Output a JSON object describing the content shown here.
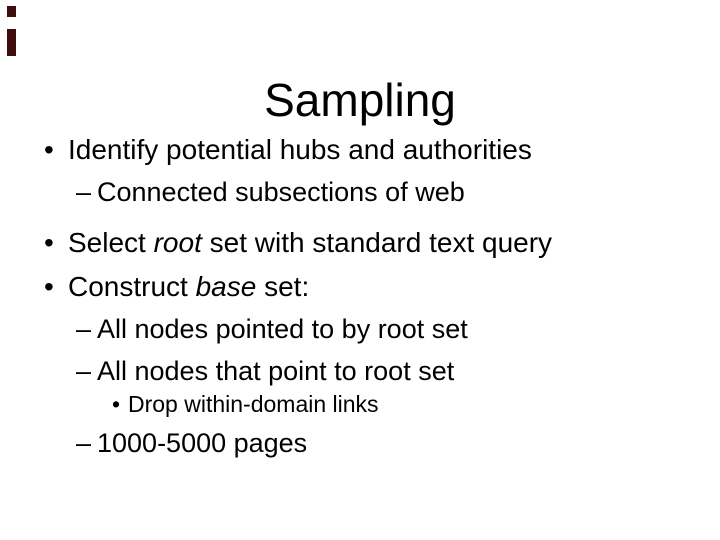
{
  "slide": {
    "title": "Sampling",
    "colors": {
      "background": "#ffffff",
      "text": "#000000",
      "artifact": "#3e0c0a"
    },
    "markers": {
      "bullet": "•",
      "dash": "–",
      "sub_bullet": "•"
    },
    "content": {
      "identify": {
        "text": "Identify potential hubs and authorities"
      },
      "connected": {
        "text": "Connected subsections of web"
      },
      "select": {
        "pre": "Select ",
        "em": "root",
        "post": " set with standard text query"
      },
      "construct": {
        "pre": "Construct ",
        "em": "base",
        "post": " set:"
      },
      "all_pointed": {
        "text": "All nodes pointed to by root set"
      },
      "all_point": {
        "text": "All nodes that point to root set"
      },
      "drop": {
        "text": "Drop within-domain links"
      },
      "pages": {
        "text": "1000-5000 pages"
      }
    }
  }
}
